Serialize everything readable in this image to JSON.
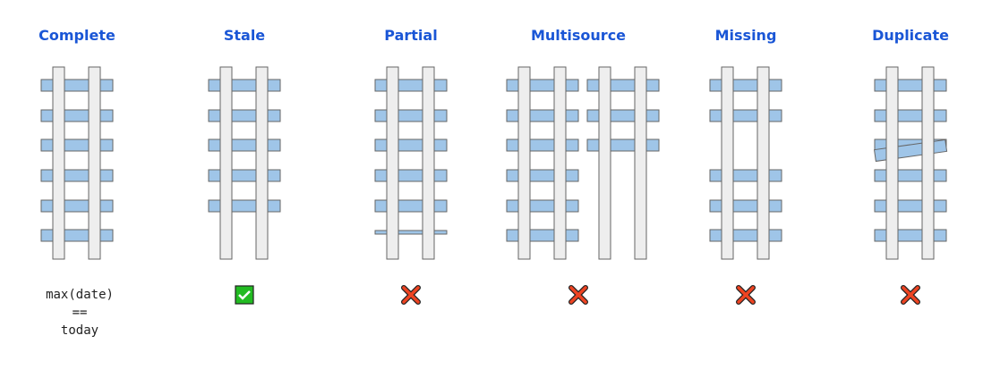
{
  "colors": {
    "title": "#1a56d6",
    "tie": "#9fc5e8",
    "rail": "#eeeeee",
    "stroke": "#666666",
    "check": "#22bb22",
    "cross": "#ee4422"
  },
  "condition": [
    "max(date)",
    "==",
    "today"
  ],
  "panels": [
    {
      "title": "Complete",
      "result": "none",
      "tracks": [
        [
          "full",
          "full",
          "full",
          "full",
          "full",
          "full"
        ]
      ]
    },
    {
      "title": "Stale",
      "result": "check",
      "tracks": [
        [
          "full",
          "full",
          "full",
          "full",
          "full",
          "none"
        ]
      ]
    },
    {
      "title": "Partial",
      "result": "cross",
      "tracks": [
        [
          "full",
          "full",
          "full",
          "full",
          "full",
          "thin"
        ]
      ]
    },
    {
      "title": "Multisource",
      "result": "cross",
      "tracks": [
        [
          "full",
          "full",
          "full",
          "full",
          "full",
          "full"
        ],
        [
          "full",
          "full",
          "full",
          "none",
          "none",
          "none"
        ]
      ]
    },
    {
      "title": "Missing",
      "result": "cross",
      "tracks": [
        [
          "full",
          "full",
          "none",
          "full",
          "full",
          "full"
        ]
      ]
    },
    {
      "title": "Duplicate",
      "result": "cross",
      "tracks": [
        [
          "full",
          "full",
          "dup",
          "full",
          "full",
          "full"
        ]
      ]
    }
  ]
}
